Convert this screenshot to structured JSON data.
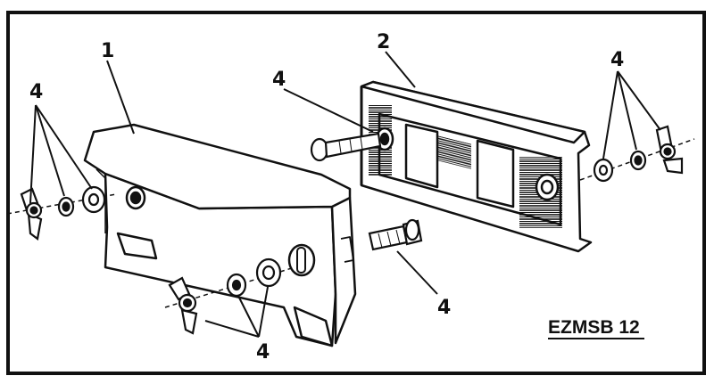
{
  "callouts": {
    "part1": "1",
    "part2": "2",
    "hardware_left": "4",
    "hardware_top": "4",
    "hardware_right": "4",
    "hardware_bottom_right": "4",
    "hardware_bottom": "4"
  },
  "figure_code": "EZMSB 12",
  "colors": {
    "ink": "#111111",
    "paper": "#ffffff"
  }
}
